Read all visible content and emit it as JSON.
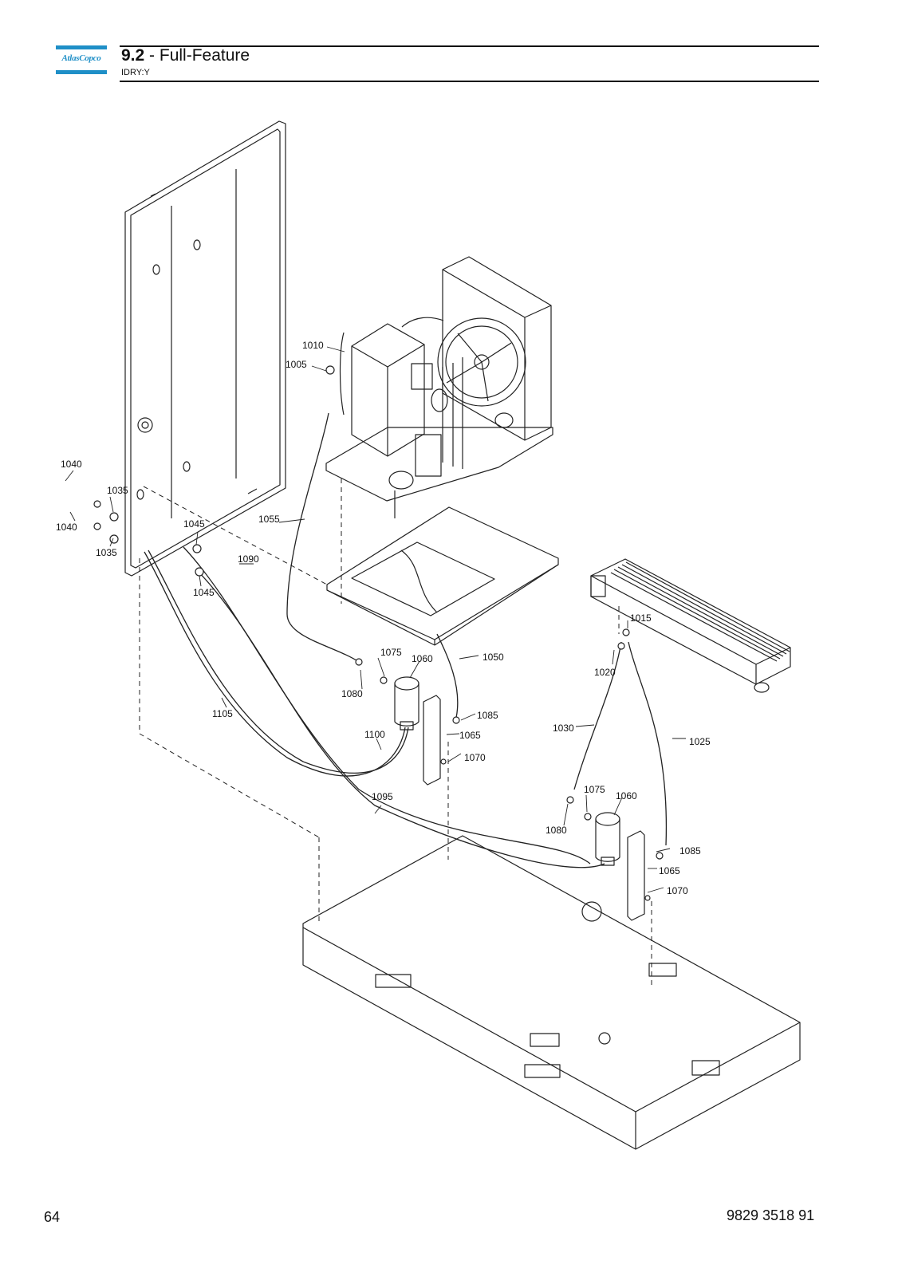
{
  "header": {
    "logo_text": "AtlasCopco",
    "section_number": "9.2",
    "separator": " - ",
    "section_title": "Full-Feature",
    "subtitle": "IDRY:Y"
  },
  "diagram": {
    "callouts": {
      "c1010": "1010",
      "c1005": "1005",
      "c1040a": "1040",
      "c1040b": "1040",
      "c1035a": "1035",
      "c1035b": "1035",
      "c1045a": "1045",
      "c1045b": "1045",
      "c1055": "1055",
      "c1090": "1090",
      "c1015": "1015",
      "c1020": "1020",
      "c1075a": "1075",
      "c1060a": "1060",
      "c1050": "1050",
      "c1080a": "1080",
      "c1085a": "1085",
      "c1105": "1105",
      "c1100": "1100",
      "c1065a": "1065",
      "c1070a": "1070",
      "c1030": "1030",
      "c1025": "1025",
      "c1095": "1095",
      "c1075b": "1075",
      "c1060b": "1060",
      "c1080b": "1080",
      "c1085b": "1085",
      "c1065b": "1065",
      "c1070b": "1070"
    }
  },
  "footer": {
    "page_number": "64",
    "document_number": "9829 3518 91"
  }
}
